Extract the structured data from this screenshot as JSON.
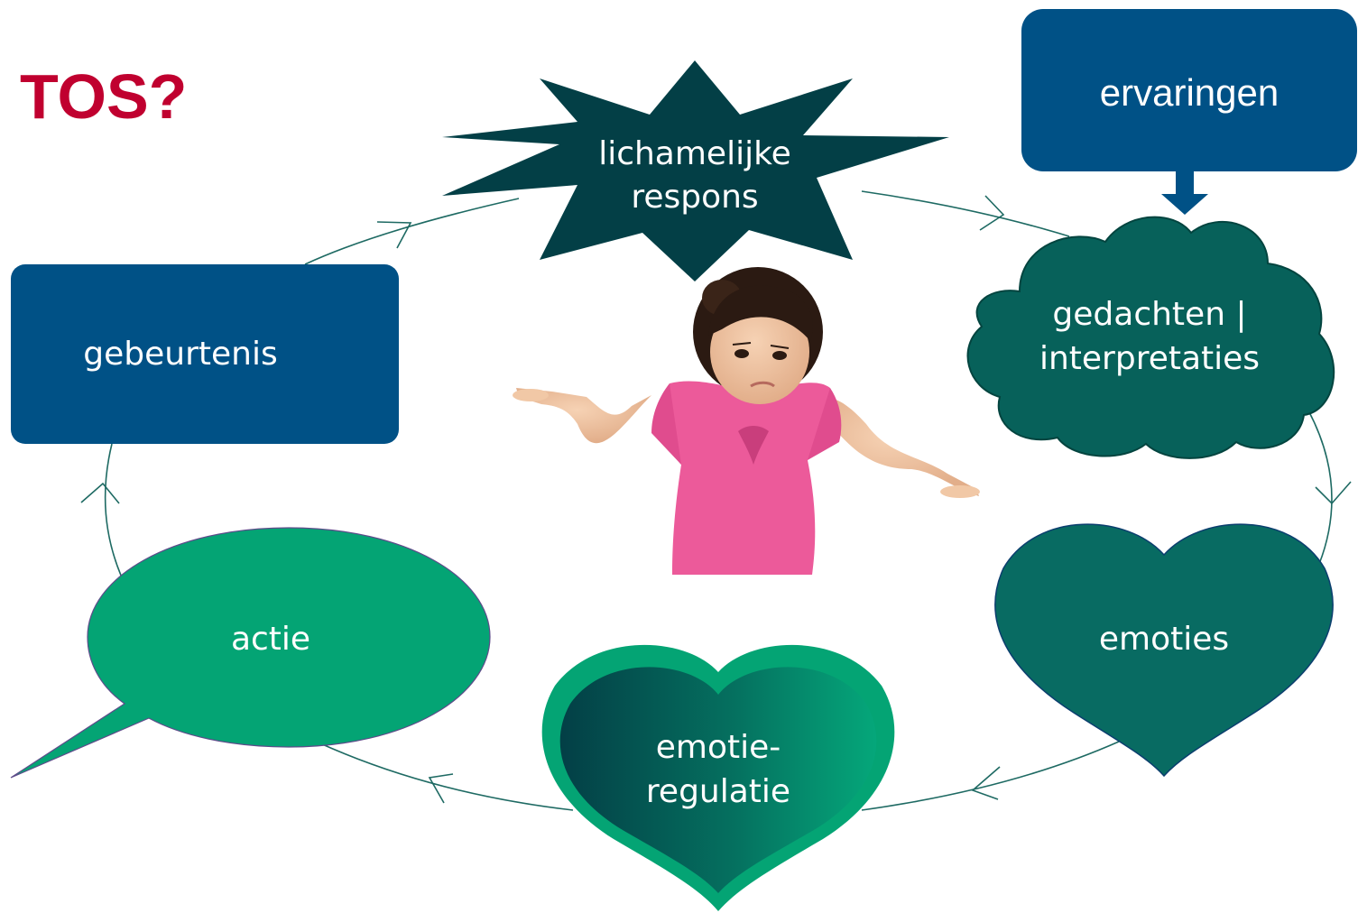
{
  "title": "TOS?",
  "colors": {
    "title": "#C0002F",
    "dark_blue": "#005186",
    "dark_teal": "#033F46",
    "teal": "#07615A",
    "teal_mid": "#086B62",
    "green": "#04A474",
    "line": "#1E6A63",
    "text_light": "#FFFFFF"
  },
  "nodes": {
    "ervaringen": {
      "label": "ervaringen",
      "shape": "rounded-rectangle"
    },
    "lichamelijke_respons": {
      "line1": "lichamelijke",
      "line2": "respons",
      "shape": "star"
    },
    "gedachten": {
      "line1": "gedachten |",
      "line2": "interpretaties",
      "shape": "cloud"
    },
    "emoties": {
      "label": "emoties",
      "shape": "heart"
    },
    "emotieregulatie": {
      "line1": "emotie-",
      "line2": "regulatie",
      "shape": "heart"
    },
    "actie": {
      "label": "actie",
      "shape": "speech-bubble"
    },
    "gebeurtenis": {
      "label": "gebeurtenis",
      "shape": "rectangle"
    }
  },
  "cycle_order": [
    "gebeurtenis",
    "lichamelijke_respons",
    "gedachten",
    "emoties",
    "emotieregulatie",
    "actie"
  ],
  "image": {
    "subject": "girl-shrugging"
  }
}
